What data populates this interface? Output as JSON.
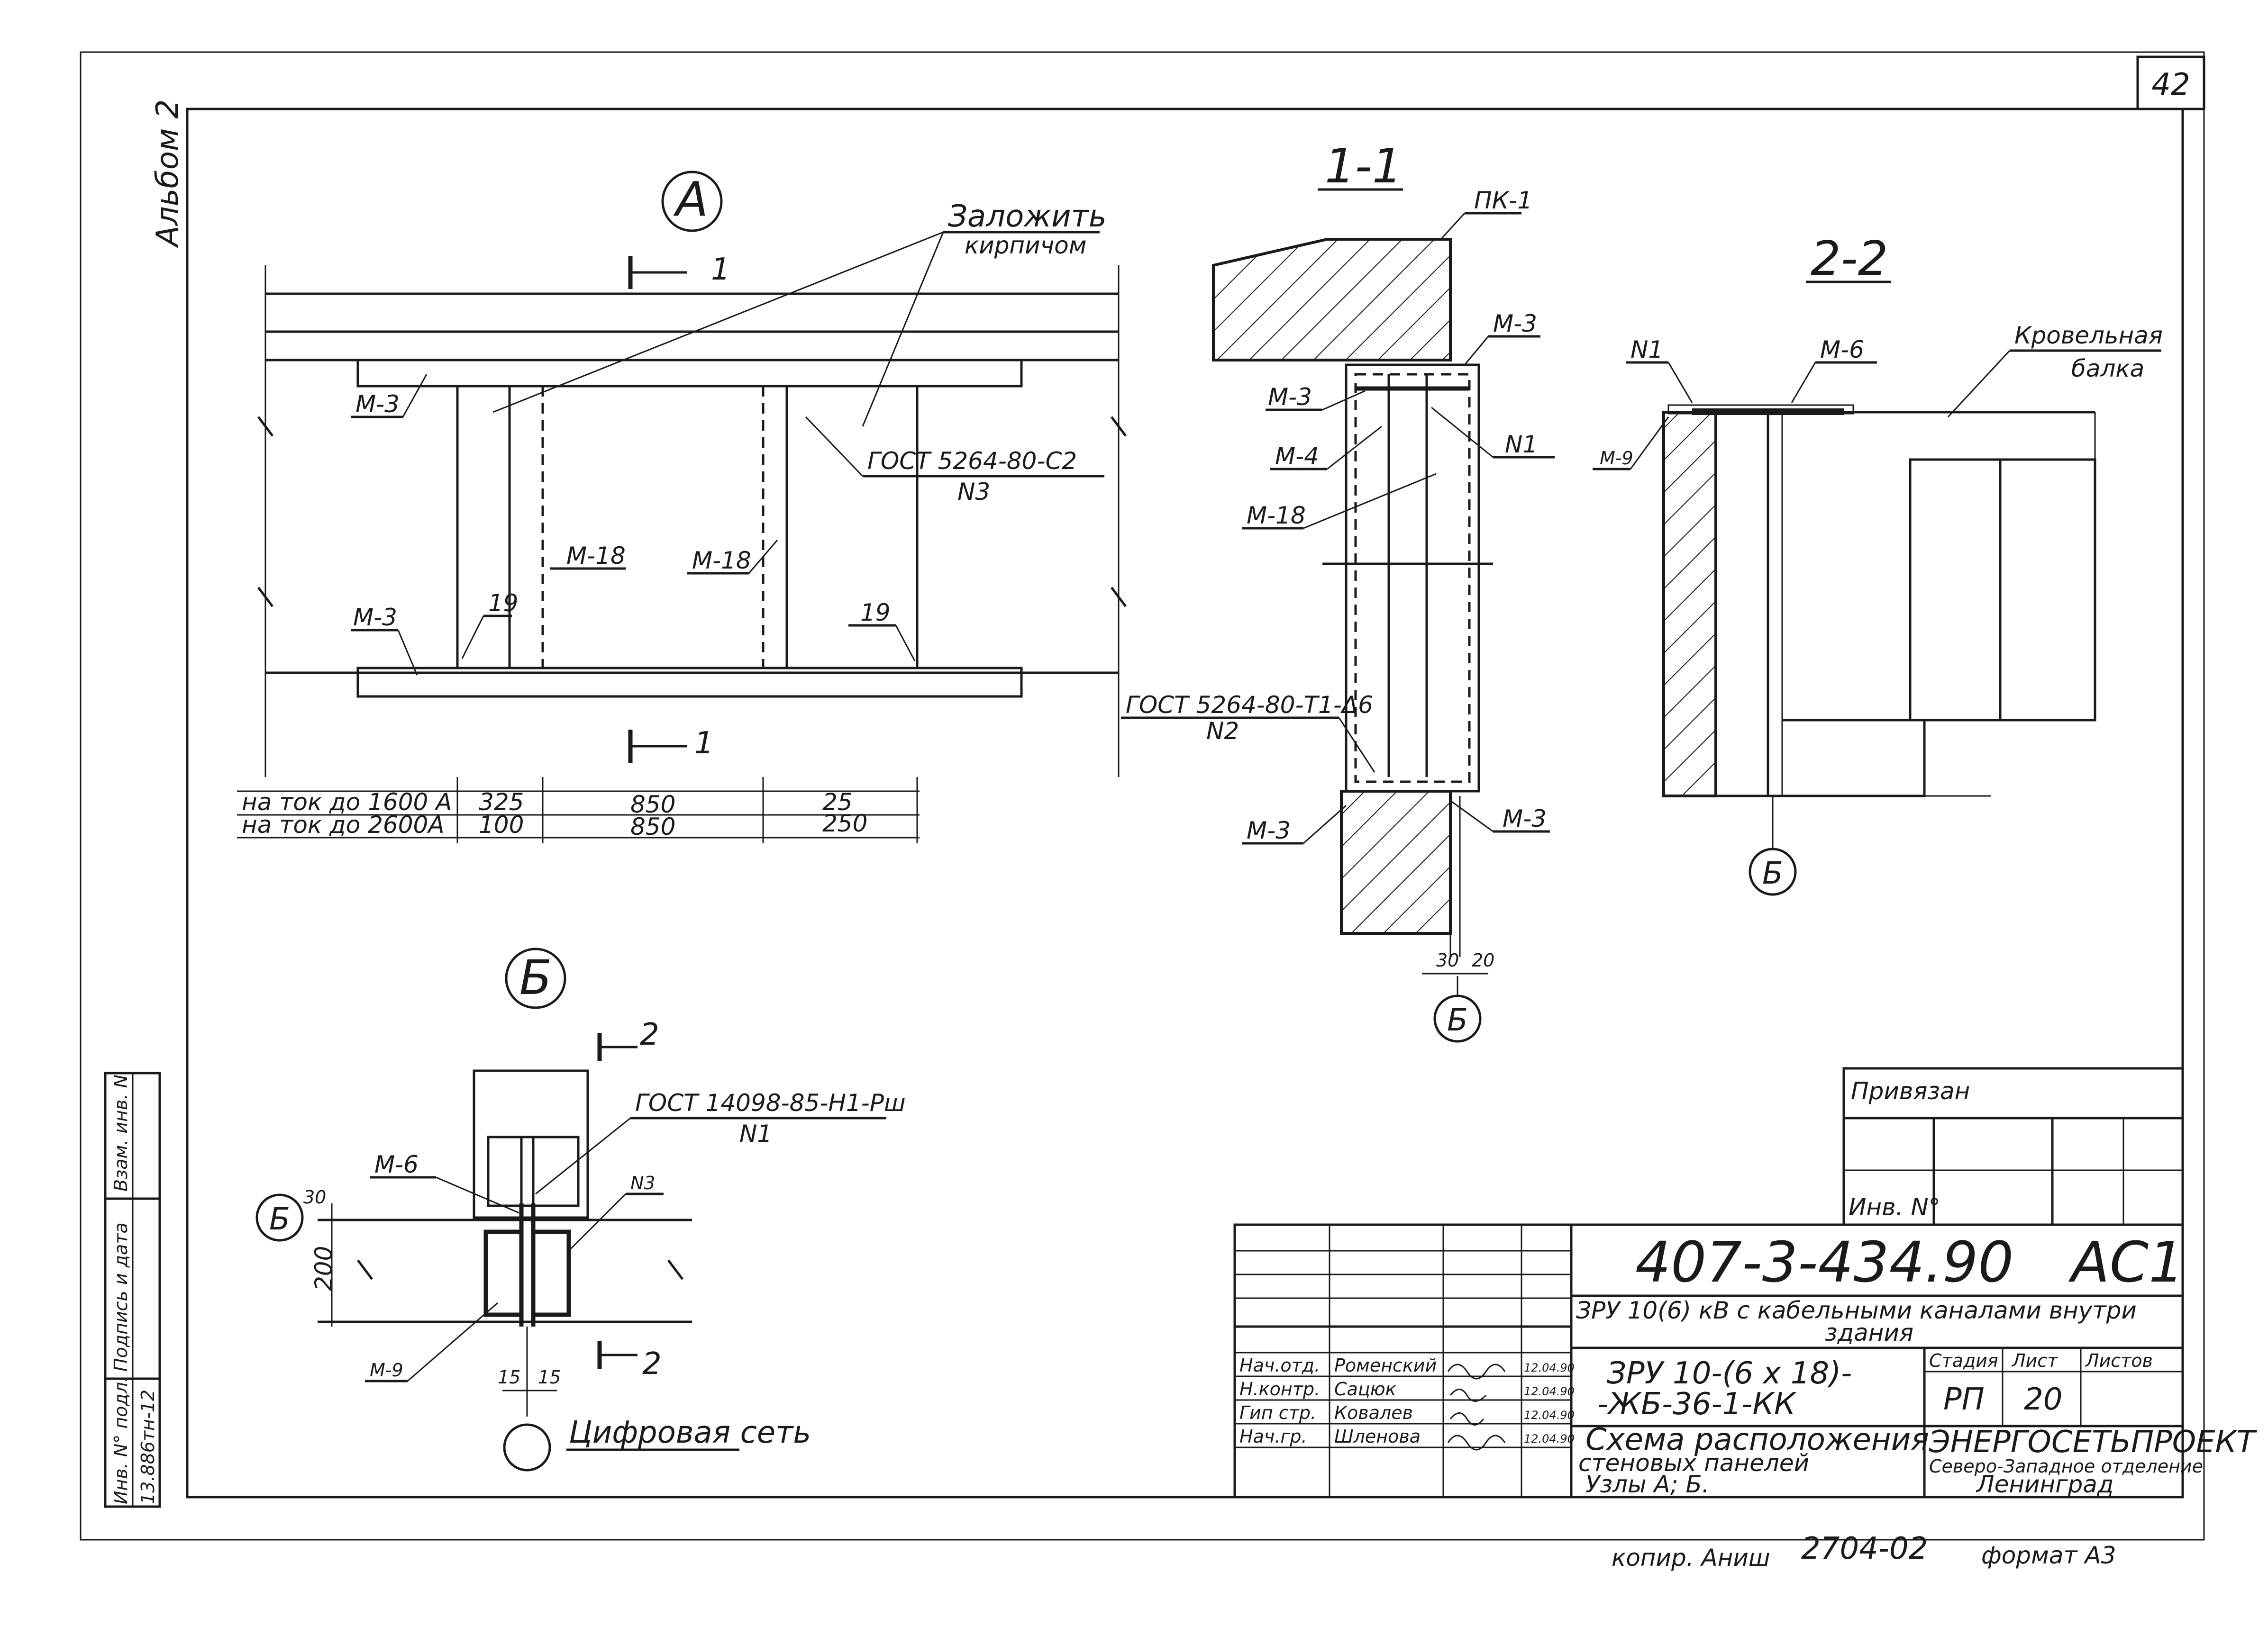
{
  "sheet": {
    "page_number": "42",
    "album": "Альбом 2",
    "format": "формат А3",
    "copied_by": "копир. Аниш",
    "copy_number": "2704-02"
  },
  "node_a": {
    "marker": "А",
    "section_mark": "1",
    "callout_lay": "Заложить",
    "callout_lay_sub": "кирпичом",
    "gost_weld": "ГОСТ  5264-80-С2",
    "gost_weld_num": "N3",
    "labels": {
      "m3_top": "М-3",
      "m3_bottom": "М-3",
      "m18_left": "М-18",
      "m18_right": "М-18",
      "n19_left": "19",
      "n19_right": "19"
    },
    "dim_rows": [
      {
        "label": "на ток  до 1600 А",
        "values": [
          "325",
          "850",
          "25"
        ]
      },
      {
        "label": "на ток  до 2600А",
        "values": [
          "100",
          "850",
          "250"
        ]
      }
    ]
  },
  "section_1_1": {
    "title": "1-1",
    "labels": {
      "pk1": "ПК-1",
      "m3_a": "М-3",
      "m3_b": "М-3",
      "m4": "М-4",
      "m18": "М-18",
      "n1": "N1",
      "m3_c": "М-3",
      "m3_d": "М-3",
      "gost": "ГОСТ 5264-80-Т1-Δ6",
      "gost_num": "N2",
      "dim_a": "30",
      "dim_b": "20",
      "axis": "Б"
    }
  },
  "section_2_2": {
    "title": "2-2",
    "labels": {
      "n1": "N1",
      "m6": "М-6",
      "m9": "М-9",
      "beam": "Кровельная",
      "beam_sub": "балка",
      "axis": "Б"
    }
  },
  "node_b": {
    "marker": "Б",
    "section_mark": "2",
    "gost": "ГОСТ 14098-85-Н1-Рш",
    "gost_num": "N1",
    "labels": {
      "m6": "М-6",
      "n3": "N3",
      "m9": "М-9",
      "dim_200": "200",
      "dim_15a": "15",
      "dim_15b": "15",
      "dim_30": "30",
      "axis": "Б",
      "grid": "Цифровая сеть"
    }
  },
  "binding_box": {
    "title": "Привязан",
    "inv": "Инв. N°"
  },
  "left_stamp": {
    "col1": "Инв. N° подл.",
    "col1_val": "13.886тн-12",
    "col2": "Подпись и дата",
    "col3": "Взам. инв. N"
  },
  "title_block": {
    "code": "407-3-434.90",
    "code_suffix": "АС1",
    "project_line1": "ЗРУ 10(6) кВ с кабельными каналами внутри",
    "project_line2": "здания",
    "object_line1": "ЗРУ 10-(6 х 18)-",
    "object_line2": "-ЖБ-36-1-КК",
    "hdr_stage": "Стадия",
    "hdr_sheet": "Лист",
    "hdr_sheets": "Листов",
    "stage": "РП",
    "sheet": "20",
    "sheets": "",
    "drawing_line1": "Схема   расположения",
    "drawing_line2": "стеновых  панелей",
    "drawing_line3": "Узлы  А; Б.",
    "org_line1": "ЭНЕРГОСЕТЬПРОЕКТ",
    "org_line2": "Северо-Западное отделение",
    "org_line3": "Ленинград",
    "signers": [
      {
        "role": "Нач.отд.",
        "name": "Роменский",
        "date": "12.04.90"
      },
      {
        "role": "Н.контр.",
        "name": "Сацюк",
        "date": "12.04.90"
      },
      {
        "role": "Гип стр.",
        "name": "Ковалев",
        "date": "12.04.90"
      },
      {
        "role": "Нач.гр.",
        "name": "Шленова",
        "date": "12.04.90"
      }
    ]
  }
}
